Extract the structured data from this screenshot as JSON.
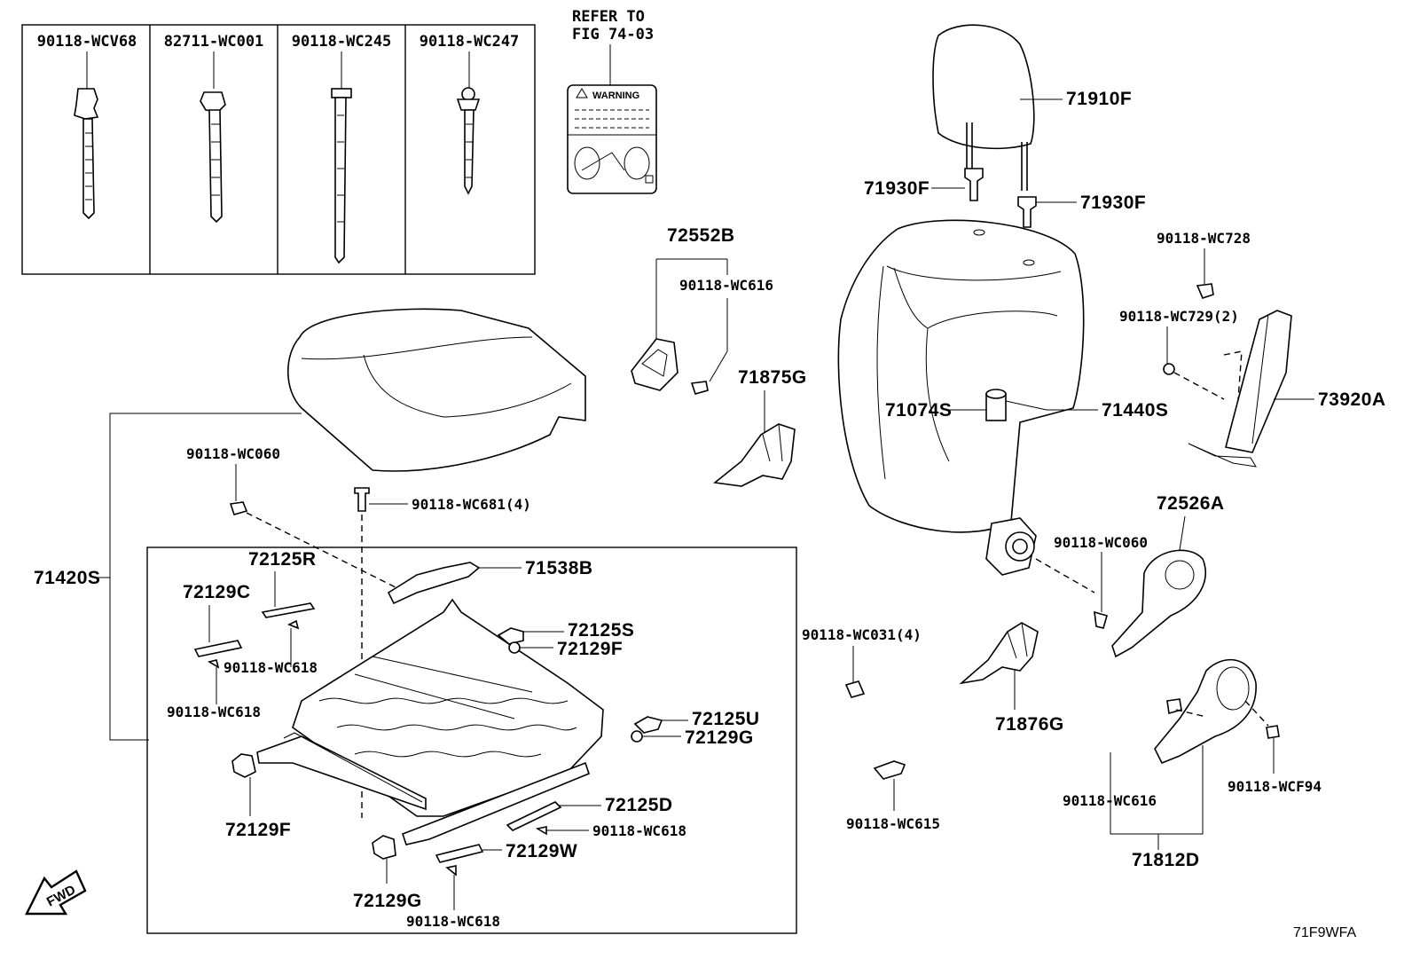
{
  "legend_box": {
    "parts": [
      "90118-WCV68",
      "82711-WC001",
      "90118-WC245",
      "90118-WC247"
    ]
  },
  "refer_note": {
    "line1": "REFER TO",
    "line2": "FIG 74-03",
    "label_heading": "WARNING"
  },
  "labels": {
    "p71910F": "71910F",
    "p71930F_left": "71930F",
    "p71930F_right": "71930F",
    "p72552B": "72552B",
    "p90118WC616_top": "90118-WC616",
    "p71875G": "71875G",
    "p71074S": "71074S",
    "p71440S": "71440S",
    "p90118WC728": "90118-WC728",
    "p90118WC729": "90118-WC729(2)",
    "p73920A": "73920A",
    "p72526A": "72526A",
    "p90118WC060_right": "90118-WC060",
    "p90118WC060_left": "90118-WC060",
    "p90118WC681": "90118-WC681(4)",
    "p71420S": "71420S",
    "p72125R": "72125R",
    "p71538B": "71538B",
    "p72129C": "72129C",
    "p90118WC618_a": "90118-WC618",
    "p90118WC618_b": "90118-WC618",
    "p72125S": "72125S",
    "p72129F_right": "72129F",
    "p90118WC031": "90118-WC031(4)",
    "p72125U": "72125U",
    "p72129G_right": "72129G",
    "p71876G": "71876G",
    "p72129F_left": "72129F",
    "p72125D": "72125D",
    "p90118WC618_c": "90118-WC618",
    "p72129W": "72129W",
    "p72129G_left": "72129G",
    "p90118WC618_d": "90118-WC618",
    "p90118WC615": "90118-WC615",
    "p90118WC616_bottom": "90118-WC616",
    "p90118WCF94": "90118-WCF94",
    "p71812D": "71812D"
  },
  "fwd_arrow": "FWD",
  "figure_code": "71F9WFA"
}
